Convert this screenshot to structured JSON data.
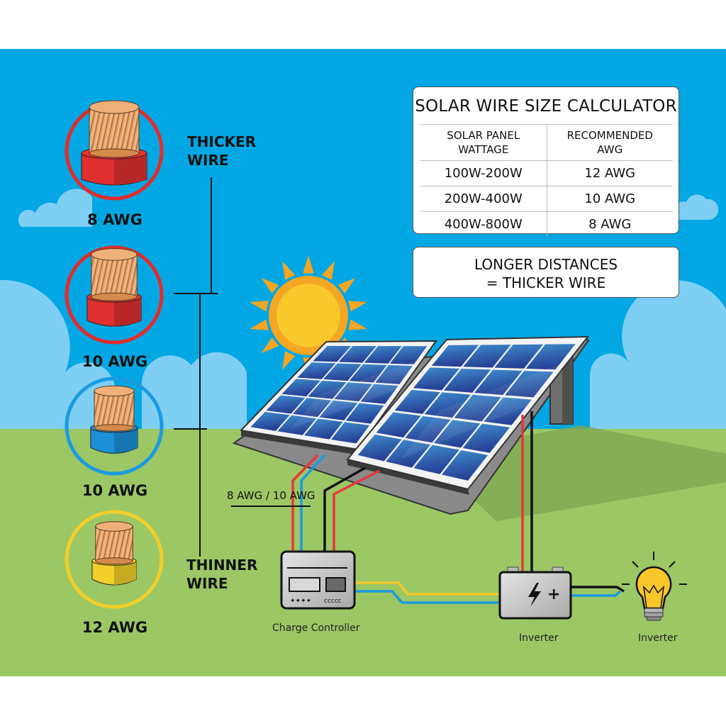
{
  "title": "Solar Wire Size Calculator Infographic",
  "wire_samples": [
    {
      "label": "8 AWG",
      "insulation_color": "#e02f2f",
      "ring_color": "#e32b2b"
    },
    {
      "label": "10 AWG",
      "insulation_color": "#e02f2f",
      "ring_color": "#e32b2b"
    },
    {
      "label": "10 AWG",
      "insulation_color": "#1c8fd8",
      "ring_color": "#1a9ae0"
    },
    {
      "label": "12 AWG",
      "insulation_color": "#f2cf2a",
      "ring_color": "#f4cf2a"
    }
  ],
  "scale": {
    "top_label_line1": "THICKER",
    "top_label_line2": "WIRE",
    "bottom_label_line1": "THINNER",
    "bottom_label_line2": "WIRE"
  },
  "calculator": {
    "title": "SOLAR WIRE SIZE CALCULATOR",
    "headers": [
      "SOLAR PANEL\nWATTAGE",
      "RECOMMENDED\nAWG"
    ],
    "header_lines": [
      [
        "SOLAR PANEL",
        "WATTAGE"
      ],
      [
        "RECOMMENDED",
        "AWG"
      ]
    ],
    "rows": [
      {
        "wattage": "100W-200W",
        "awg": "12 AWG"
      },
      {
        "wattage": "200W-400W",
        "awg": "10 AWG"
      },
      {
        "wattage": "400W-800W",
        "awg": "8 AWG"
      }
    ]
  },
  "note": {
    "line1": "LONGER DISTANCES",
    "line2": "= THICKER WIRE"
  },
  "diagram": {
    "wire_gauge_label": "8 AWG / 10 AWG",
    "charge_controller_label": "Charge Controller",
    "battery_label": "Inverter",
    "bulb_label": "Inverter"
  },
  "colors": {
    "sky": "#02a7e3",
    "cloud": "#7fcff5",
    "grass": "#9bc765",
    "wire_red": "#e8373a",
    "wire_blue": "#1a9ae0",
    "wire_yellow": "#f4c72a",
    "wire_black": "#111111",
    "sun_outer": "#f5a623",
    "sun_inner": "#f9c82b",
    "panel_cell": "#2f74c0"
  }
}
